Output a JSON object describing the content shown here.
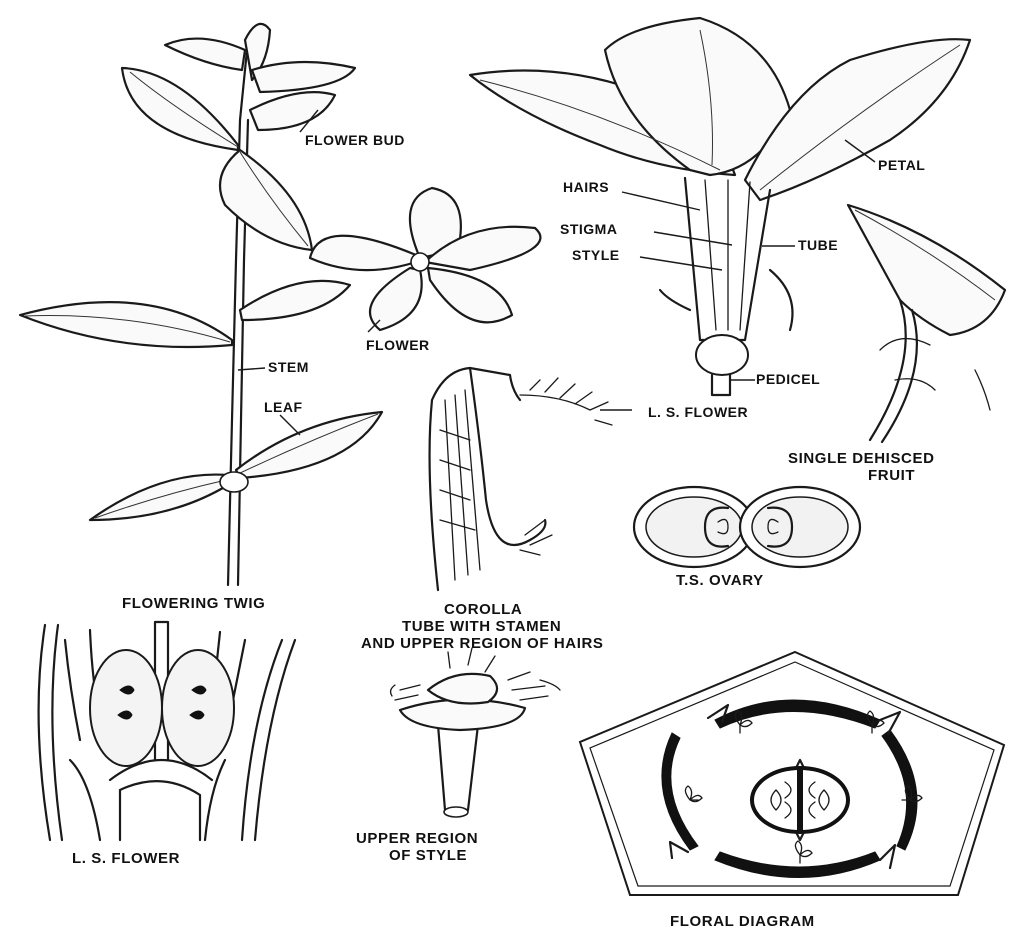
{
  "labels": {
    "flower_bud": "FLOWER BUD",
    "petal": "PETAL",
    "hairs": "HAIRS",
    "stigma": "STIGMA",
    "tube": "TUBE",
    "style": "STYLE",
    "flower": "FLOWER",
    "stem": "STEM",
    "leaf": "LEAF",
    "pedicel": "PEDICEL",
    "ls_flower_top": "L. S. FLOWER"
  },
  "captions": {
    "flowering_twig": "FLOWERING TWIG",
    "corolla_line1": "COROLLA",
    "corolla_line2": "TUBE WITH STAMEN",
    "corolla_line3": "AND UPPER REGION OF HAIRS",
    "ts_ovary": "T.S. OVARY",
    "fruit_line1": "SINGLE DEHISCED",
    "fruit_line2": "FRUIT",
    "ls_flower_bottom": "L. S. FLOWER",
    "style_line1": "UPPER REGION",
    "style_line2": "OF STYLE",
    "floral_diagram": "FLORAL DIAGRAM"
  }
}
